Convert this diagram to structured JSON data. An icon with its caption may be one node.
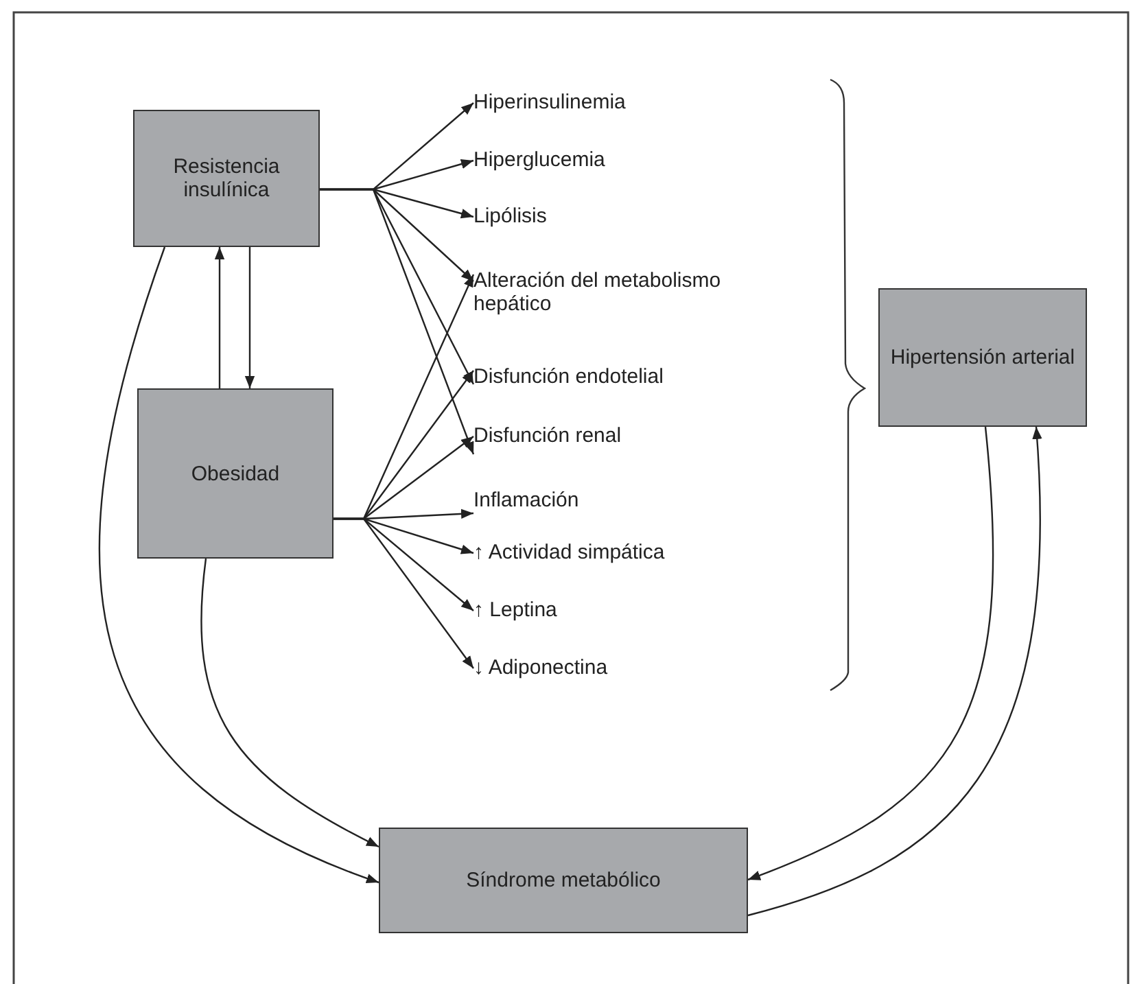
{
  "diagram": {
    "nodes": [
      {
        "text": [
          "Resistencia insulínica"
        ]
      },
      {
        "text": [
          "Obesidad"
        ]
      },
      {
        "text": [
          "Hipertensión arterial"
        ]
      },
      {
        "text": [
          "Síndrome metabólico"
        ]
      },
      {
        "text": [
          "Hiperinsulinemia"
        ]
      },
      {
        "text": [
          "Hiperglucemia"
        ]
      },
      {
        "text": [
          "Lipólisis"
        ]
      },
      {
        "text": [
          "Alteración del metabolismo hepático"
        ]
      },
      {
        "text": [
          "Disfunción endotelial"
        ]
      },
      {
        "text": [
          "Disfunción renal"
        ]
      },
      {
        "text": [
          "Inflamación"
        ]
      },
      {
        "text": [
          "↑ Actividad simpática"
        ]
      },
      {
        "text": [
          "↑ Leptina"
        ]
      },
      {
        "text": [
          "↓ Adiponectina"
        ]
      }
    ],
    "edges": [
      {
        "from": 0,
        "to": 4,
        "arrow": "to"
      },
      {
        "from": 0,
        "to": 5,
        "arrow": "to"
      },
      {
        "from": 0,
        "to": 6,
        "arrow": "to"
      },
      {
        "from": 0,
        "to": 7,
        "arrow": "to"
      },
      {
        "from": 0,
        "to": 8,
        "arrow": "to"
      },
      {
        "from": 0,
        "to": 9,
        "arrow": "to"
      },
      {
        "from": 1,
        "to": 7,
        "arrow": "to"
      },
      {
        "from": 1,
        "to": 8,
        "arrow": "to"
      },
      {
        "from": 1,
        "to": 9,
        "arrow": "to"
      },
      {
        "from": 1,
        "to": 10,
        "arrow": "to"
      },
      {
        "from": 1,
        "to": 11,
        "arrow": "to"
      },
      {
        "from": 1,
        "to": 12,
        "arrow": "to"
      },
      {
        "from": 1,
        "to": 13,
        "arrow": "to"
      },
      {
        "from": 1,
        "to": 0,
        "arrow": "to"
      },
      {
        "from": 0,
        "to": 1,
        "arrow": "to"
      },
      {
        "from": 0,
        "to": 3,
        "arrow": "to"
      },
      {
        "from": 1,
        "to": 3,
        "arrow": "to"
      },
      {
        "from": 2,
        "to": 3,
        "arrow": "to"
      },
      {
        "from": 3,
        "to": 2,
        "arrow": "to"
      }
    ]
  }
}
